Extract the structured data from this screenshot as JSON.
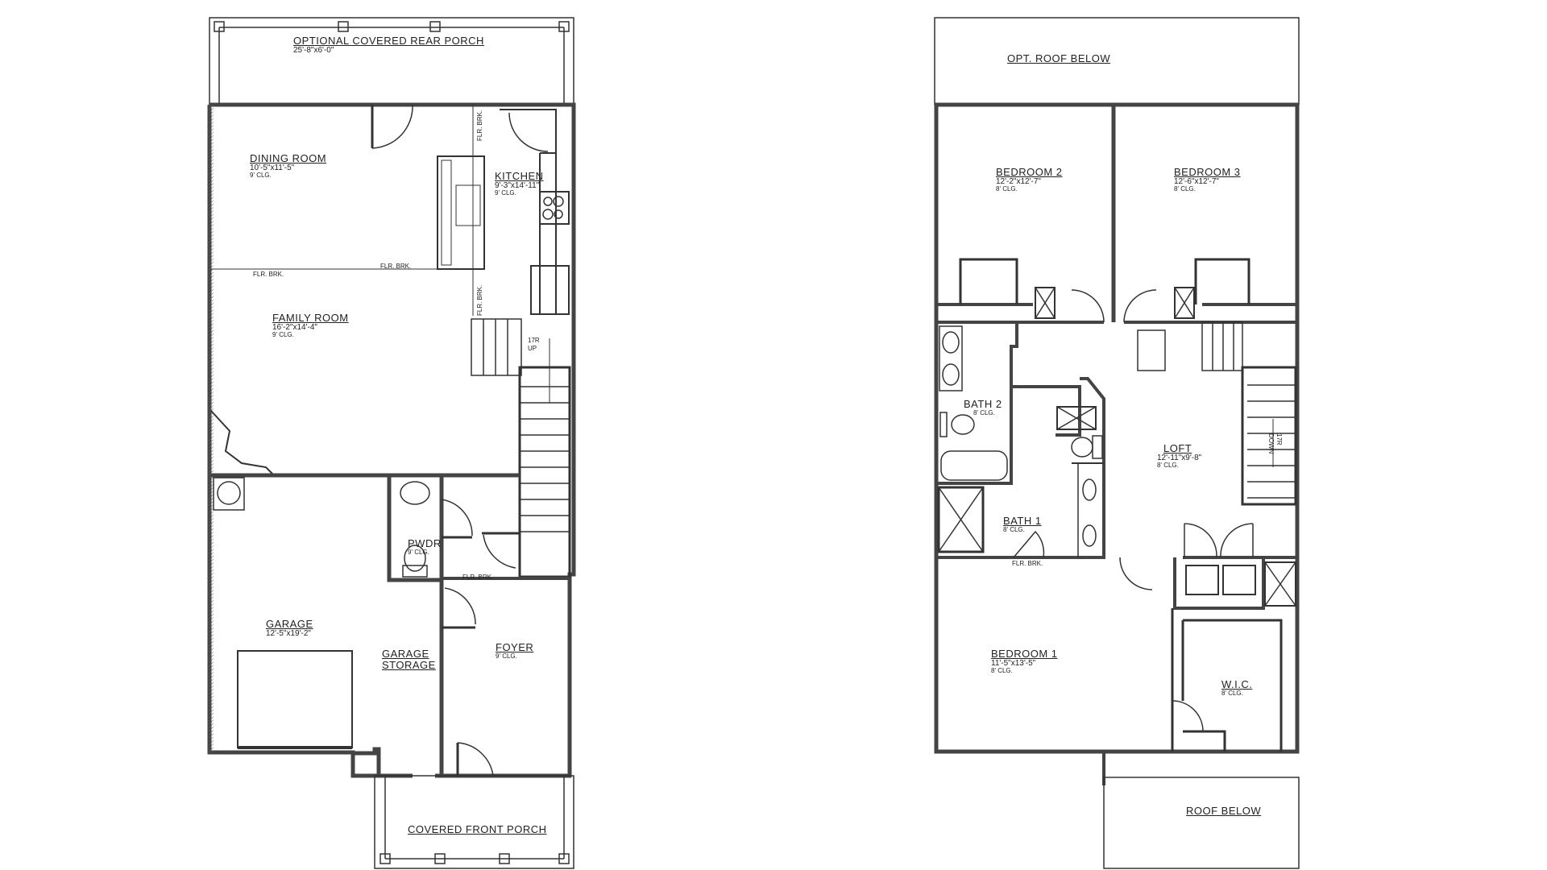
{
  "first_floor": {
    "rooms": {
      "rear_porch": {
        "title": "OPTIONAL COVERED REAR PORCH",
        "dims": "25'-8\"x6'-0\""
      },
      "dining": {
        "title": "DINING ROOM",
        "dims": "10'-5\"x11'-5\"",
        "clg": "9' CLG."
      },
      "kitchen": {
        "title": "KITCHEN",
        "dims": "9'-3\"x14'-11\"",
        "clg": "9' CLG."
      },
      "family": {
        "title": "FAMILY ROOM",
        "dims": "16'-2\"x14'-4\"",
        "clg": "9' CLG."
      },
      "powder": {
        "title": "PWDR",
        "clg": "9' CLG."
      },
      "garage": {
        "title": "GARAGE",
        "dims": "12'-5\"x19'-2\""
      },
      "garage_storage": {
        "title_1": "GARAGE",
        "title_2": "STORAGE"
      },
      "foyer": {
        "title": "FOYER",
        "clg": "9' CLG."
      },
      "front_porch": {
        "title": "COVERED FRONT PORCH"
      }
    },
    "notes": {
      "flr_brk": "FLR. BRK.",
      "stairs_count": "17R",
      "stairs_dir": "UP"
    }
  },
  "second_floor": {
    "rooms": {
      "opt_roof": {
        "title": "OPT. ROOF BELOW"
      },
      "bed2": {
        "title": "BEDROOM 2",
        "dims": "12'-2\"x12'-7\"",
        "clg": "8' CLG."
      },
      "bed3": {
        "title": "BEDROOM 3",
        "dims": "12'-6\"x12'-7\"",
        "clg": "8' CLG."
      },
      "bath2": {
        "title": "BATH 2",
        "clg": "8' CLG."
      },
      "loft": {
        "title": "LOFT",
        "dims": "12'-11\"x9'-8\"",
        "clg": "8' CLG."
      },
      "bath1": {
        "title": "BATH 1",
        "clg": "8' CLG."
      },
      "bed1": {
        "title": "BEDROOM 1",
        "dims": "11'-5\"x13'-5\"",
        "clg": "8' CLG."
      },
      "wic": {
        "title": "W.I.C.",
        "clg": "8' CLG."
      },
      "roof_below": {
        "title": "ROOF BELOW"
      }
    },
    "notes": {
      "flr_brk": "FLR. BRK.",
      "stairs_count": "17R",
      "stairs_dir": "DOWN"
    }
  },
  "colors": {
    "wall": "#555555",
    "line": "#222222",
    "background": "#ffffff"
  }
}
